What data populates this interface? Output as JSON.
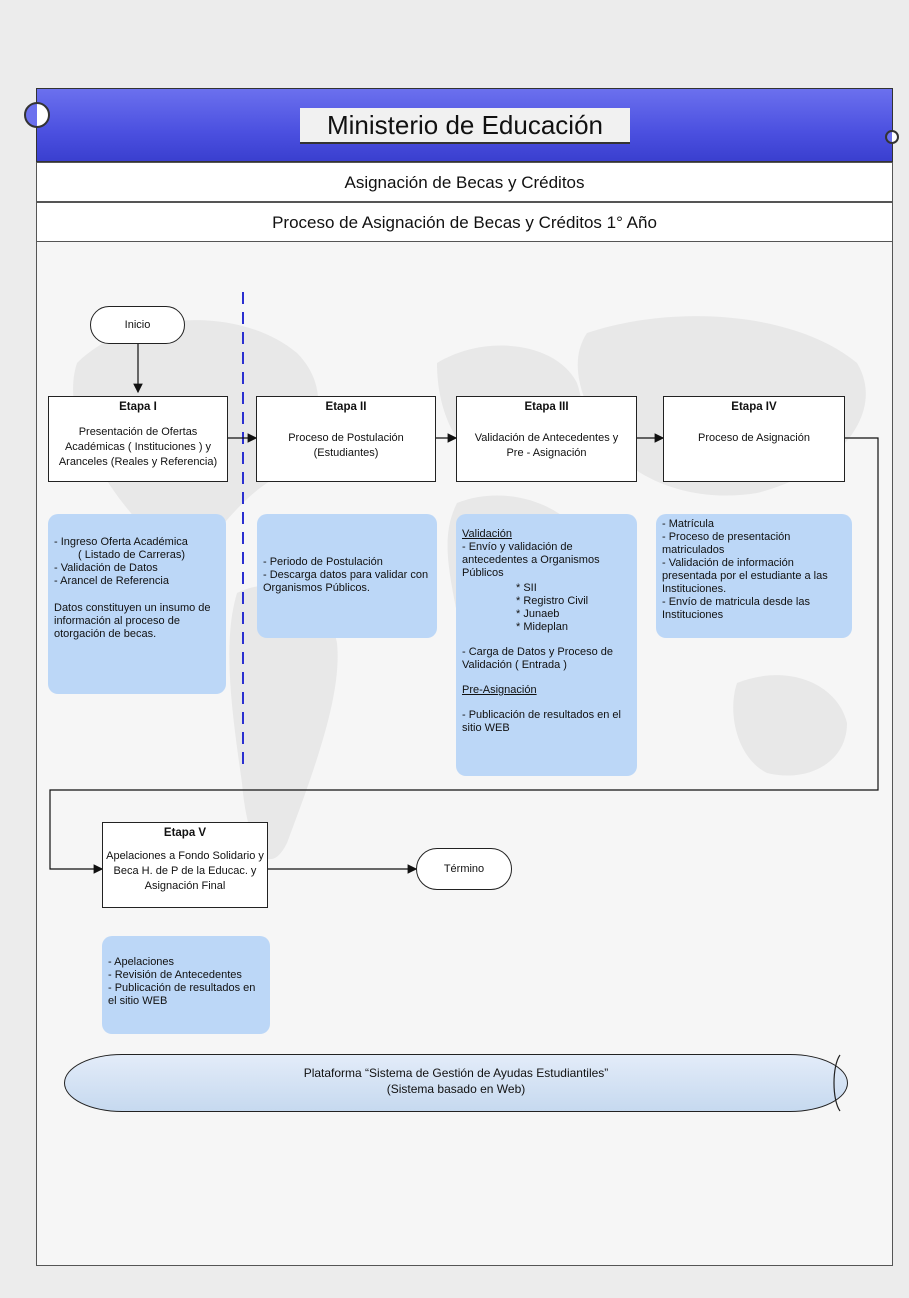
{
  "header": {
    "title": "Ministerio de Educación",
    "subtitle": "Asignación de Becas y Créditos",
    "process_title": "Proceso de Asignación de Becas y Créditos 1° Año"
  },
  "start_label": "Inicio",
  "end_label": "Término",
  "stages": [
    {
      "heading": "Etapa I",
      "text": "Presentación de Ofertas Académicas ( Instituciones ) y Aranceles (Reales y Referencia)"
    },
    {
      "heading": "Etapa II",
      "text": "Proceso de Postulación (Estudiantes)"
    },
    {
      "heading": "Etapa III",
      "text": "Validación de Antecedentes y Pre - Asignación"
    },
    {
      "heading": "Etapa IV",
      "text": "Proceso de Asignación"
    },
    {
      "heading": "Etapa V",
      "text": "Apelaciones a Fondo Solidario y Beca H. de P de la Educac. y Asignación Final"
    }
  ],
  "notes": {
    "stage1": {
      "items": [
        "- Ingreso Oferta Académica",
        "( Listado de Carreras)",
        "- Validación de Datos",
        "- Arancel de Referencia"
      ],
      "footer": "Datos constituyen un insumo de información al proceso de otorgación de becas."
    },
    "stage2": {
      "items": [
        "- Periodo de Postulación",
        "- Descarga datos para validar con Organismos Públicos."
      ]
    },
    "stage3": {
      "validation_heading": "Validación",
      "validation_text": "- Envío y validación de antecedentes a Organismos Públicos",
      "orgs": [
        "* SII",
        "* Registro Civil",
        "* Junaeb",
        "* Mideplan"
      ],
      "load_text": "- Carga de Datos y Proceso de Validación ( Entrada )",
      "pre_heading": "Pre-Asignación",
      "pre_text": "- Publicación de resultados en el sitio WEB"
    },
    "stage4": {
      "items": [
        "- Matrícula",
        "- Proceso de presentación matriculados",
        "- Validación de información presentada por el estudiante a las Instituciones.",
        "- Envío de matricula desde las Instituciones"
      ]
    },
    "stage5": {
      "items": [
        "- Apelaciones",
        "- Revisión de Antecedentes",
        "- Publicación de resultados en el sitio WEB"
      ]
    }
  },
  "platform": {
    "line1": "Plataforma “Sistema de Gestión de Ayudas Estudiantiles”",
    "line2": "(Sistema basado en Web)"
  }
}
